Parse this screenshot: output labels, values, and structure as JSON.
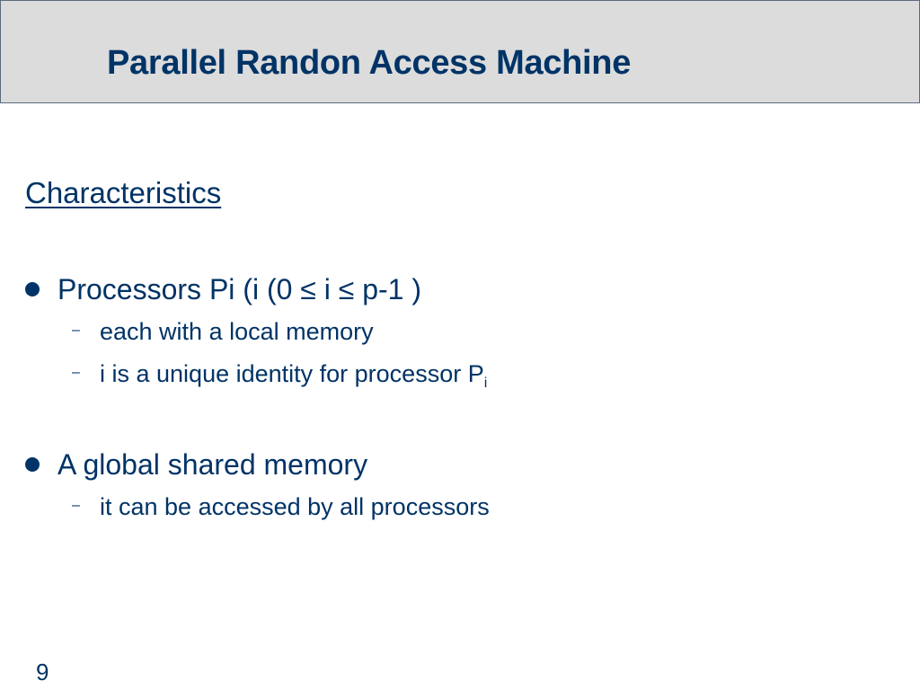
{
  "slide": {
    "title": "Parallel Randon Access Machine",
    "section_heading": "Characteristics",
    "bullets": [
      {
        "text": "Processors Pi (i (0 ≤  i ≤ p-1 )",
        "subitems": [
          {
            "text": "each with a local memory"
          },
          {
            "text": "i is a unique identity for processor P",
            "subscript": "i"
          }
        ]
      },
      {
        "text": "A global shared memory",
        "subitems": [
          {
            "text": "it can be accessed by all processors"
          }
        ]
      }
    ],
    "dash_glyph": "–",
    "page_number": "9"
  },
  "colors": {
    "text": "#003366",
    "title_bar_bg": "#dcdcdc",
    "title_bar_border": "#5a6b7d"
  }
}
